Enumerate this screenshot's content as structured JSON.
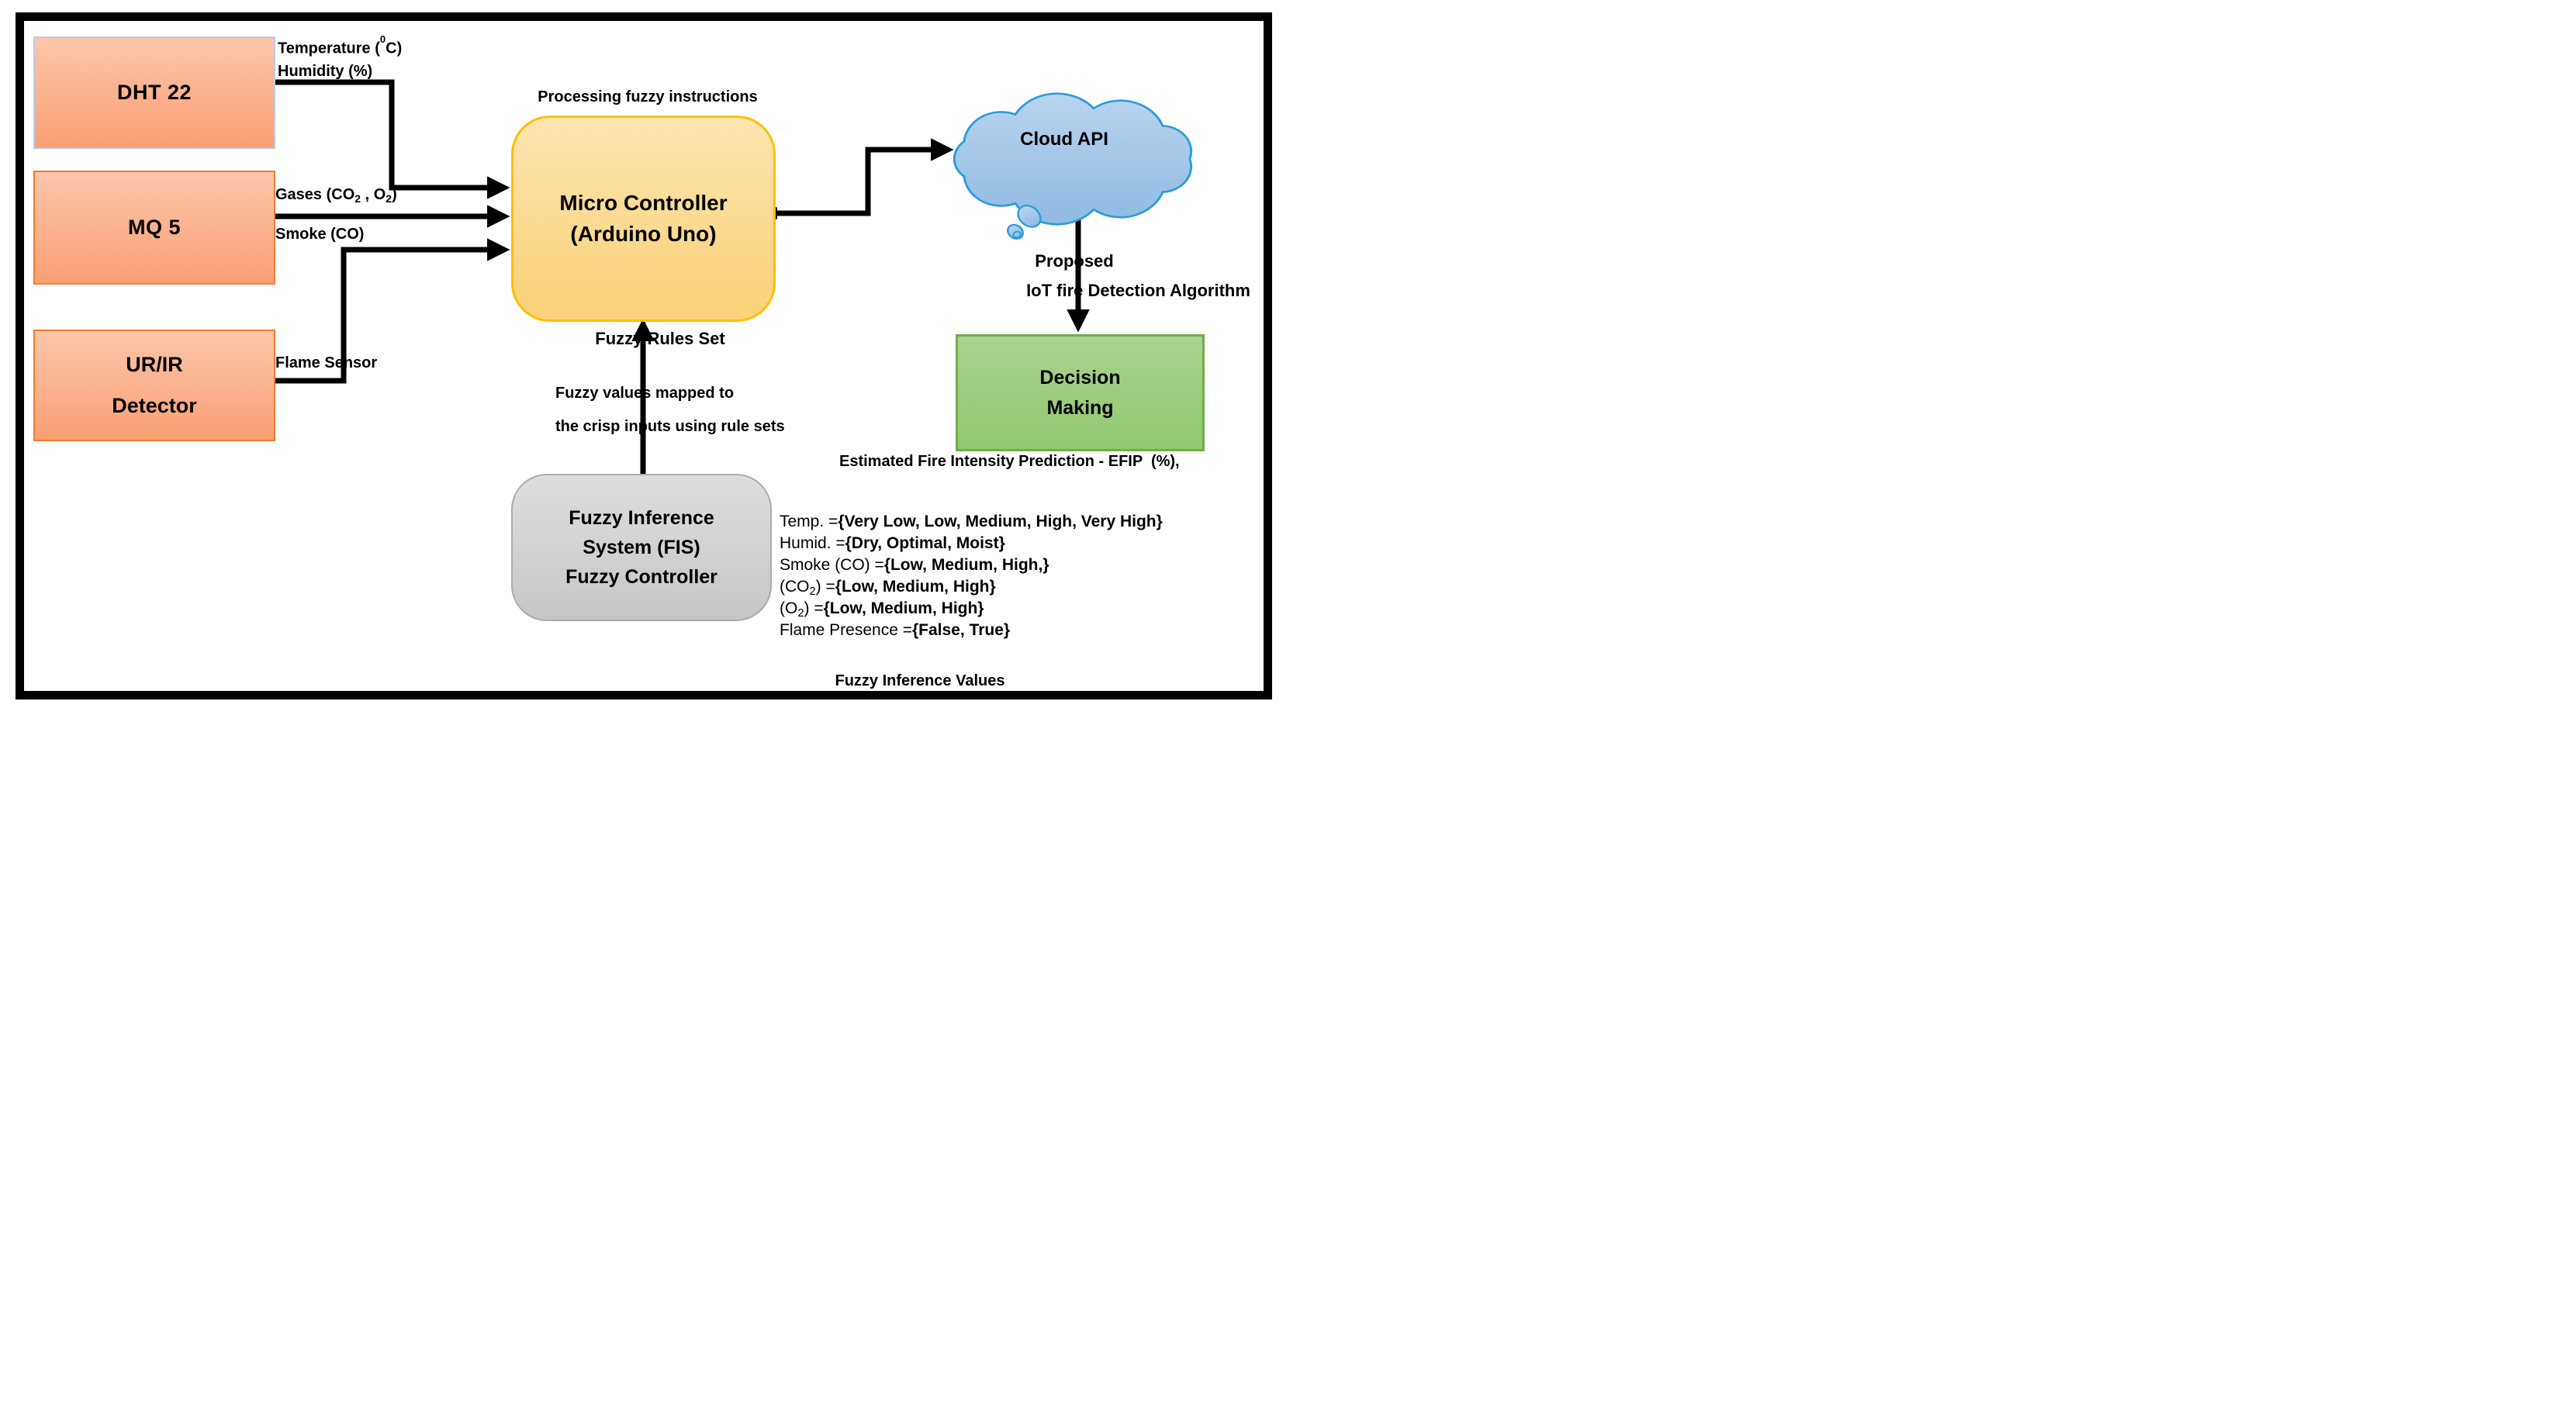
{
  "sensors": {
    "dht22": "DHT 22",
    "mq5": "MQ 5",
    "urir_line1": "UR/IR",
    "urir_line2": "Detector"
  },
  "signal_labels": {
    "temperature_pre": "Temperature (",
    "temperature_sup": "0",
    "temperature_post": "C)",
    "humidity": "Humidity (%)",
    "gases_p1": "Gases (CO",
    "gases_s1": "2",
    "gases_p2": " , O",
    "gases_s2": "2",
    "gases_p3": ")",
    "smoke": "Smoke (CO)",
    "flame": "Flame Sensor"
  },
  "controller": {
    "caption": "Processing fuzzy instructions",
    "line1": "Micro Controller",
    "line2": "(Arduino Uno)"
  },
  "cloud": {
    "label": "Cloud API"
  },
  "cloud_to_decision": {
    "line1": "Proposed",
    "line2": "IoT fire Detection Algorithm"
  },
  "decision": {
    "line1": "Decision",
    "line2": "Making",
    "caption": "Estimated Fire Intensity Prediction - EFIP  (%),"
  },
  "fis": {
    "arrow_label": "Fuzzy Rules Set",
    "note_line1": "Fuzzy values mapped to",
    "note_line2": "the crisp inputs using rule sets",
    "box_line1": "Fuzzy Inference",
    "box_line2": "System (FIS)",
    "box_line3": "Fuzzy Controller"
  },
  "fuzzy_inference": {
    "rows": [
      {
        "pre": "Temp. =",
        "sub": "",
        "post": "",
        "values": "{Very Low, Low, Medium, High, Very High}"
      },
      {
        "pre": "Humid. =",
        "sub": "",
        "post": "",
        "values": "{Dry, Optimal, Moist}"
      },
      {
        "pre": "Smoke (CO) =",
        "sub": "",
        "post": "",
        "values": "{Low, Medium, High,}"
      },
      {
        "pre": "(CO",
        "sub": "2",
        "post": ") =",
        "values": "{Low, Medium, High}"
      },
      {
        "pre": "(O",
        "sub": "2",
        "post": ") =",
        "values": "{Low, Medium, High}"
      },
      {
        "pre": "Flame Presence =",
        "sub": "",
        "post": "",
        "values": "{False, True}"
      }
    ],
    "caption": "Fuzzy Inference Values"
  },
  "colors": {
    "sensor_fill_top": "#FCC6AA",
    "sensor_fill_bottom": "#FA9F74",
    "sensor_border_orange": "#ED7D31",
    "sensor_border_blue": "#B9CCE8",
    "controller_fill": "#FBD178",
    "controller_border": "#FFC000",
    "cloud_fill": "#A6C9EA",
    "cloud_border": "#2E9BD6",
    "decision_fill": "#9BCE7E",
    "decision_border": "#70AD47",
    "fis_fill": "#D2D2D2",
    "fis_border": "#ABABAB",
    "connector": "#000000"
  }
}
